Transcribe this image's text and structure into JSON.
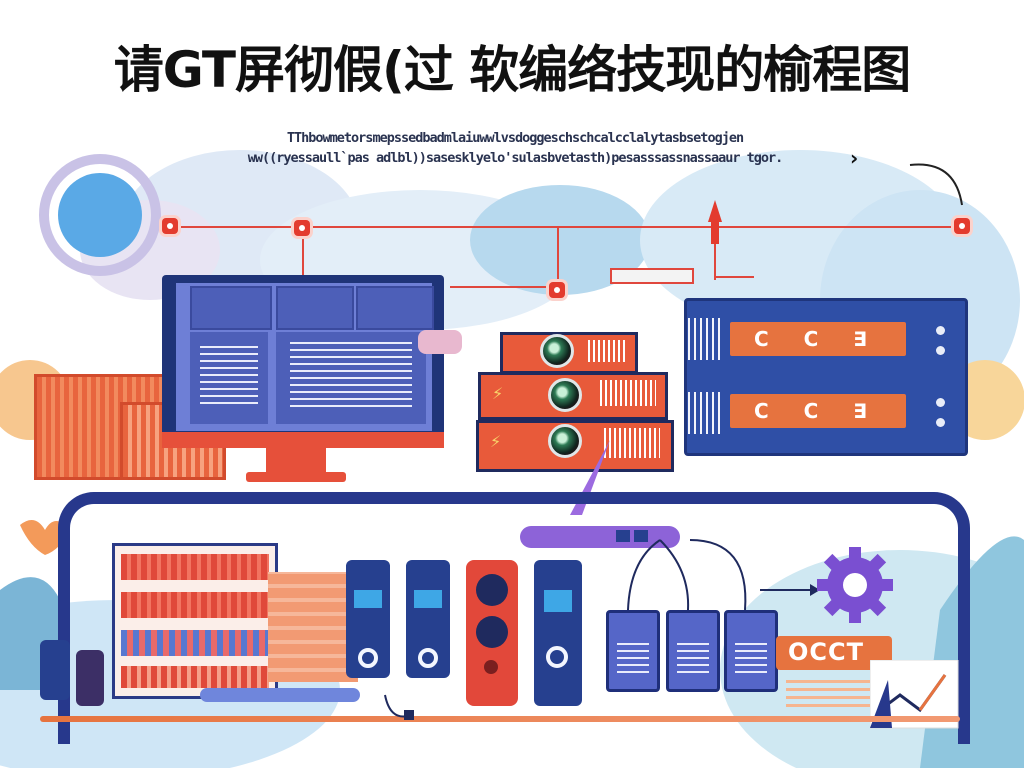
{
  "title": "请GT屏彻假(过 软编络技现的榆程图",
  "subtitle": {
    "line1": "TThbowmetorsmepssedbadmlaiuwwlvsdoggeschschcalcclalytasbsetogjen",
    "line2": "ww((ryessaull`pas adlbl))sasesklyelo'sulasbvetasth)pesasssassnassaaur tgor."
  },
  "rack": {
    "label_top": "C  C  ∃",
    "label_bottom": "C  C  ∃"
  },
  "badge": {
    "label": "OCCT"
  },
  "colors": {
    "accent_red": "#e33b2e",
    "navy": "#27388c",
    "orange": "#e6733f",
    "purple": "#7a4fd1",
    "sky": "#cfe6f6"
  }
}
